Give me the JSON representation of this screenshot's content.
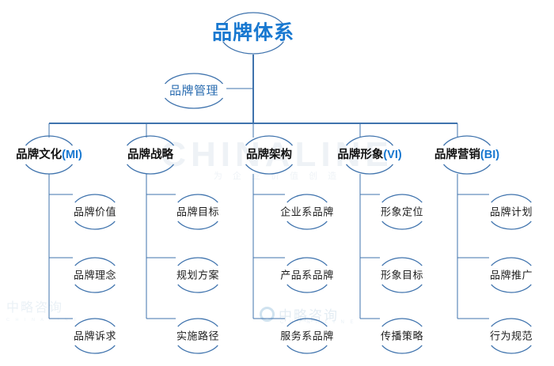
{
  "diagram": {
    "title": "品牌体系",
    "subtitle_node": "品牌管理",
    "accent_color": "#1878d0",
    "line_color": "#3f73ad",
    "heading_color": "#101010",
    "leaf_color": "#1d1d1d",
    "columns": [
      {
        "heading": "品牌文化",
        "tag": "(MI)",
        "leaves": [
          "品牌价值",
          "品牌理念",
          "品牌诉求"
        ]
      },
      {
        "heading": "品牌战略",
        "tag": "",
        "leaves": [
          "品牌目标",
          "规划方案",
          "实施路径"
        ]
      },
      {
        "heading": "品牌架构",
        "tag": "",
        "leaves": [
          "企业系品牌",
          "产品系品牌",
          "服务系品牌"
        ]
      },
      {
        "heading": "品牌形象",
        "tag": "(VI)",
        "leaves": [
          "形象定位",
          "形象目标",
          "传播策略"
        ]
      },
      {
        "heading": "品牌营销",
        "tag": "(BI)",
        "leaves": [
          "品牌计划",
          "品牌推广",
          "行为规范"
        ]
      }
    ]
  },
  "watermark": {
    "brand_latin": "CHINALINE",
    "brand_latin_sub": "为 企 业 价 值 创 造",
    "brand_cn": "中略咨询",
    "brand_cn_sub": "C H I N A L I N E"
  }
}
